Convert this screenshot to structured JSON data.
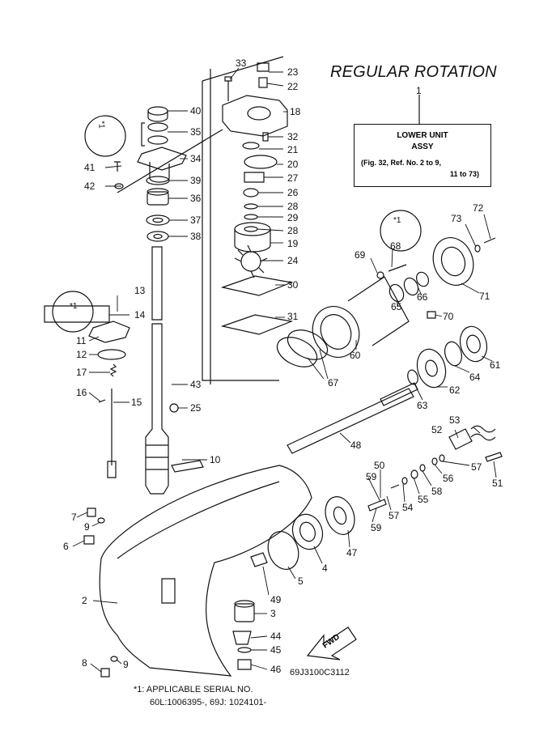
{
  "title": "REGULAR ROTATION",
  "assembly_box": {
    "ref": "1",
    "line1": "LOWER UNIT",
    "line2": "ASSY",
    "line3": "(Fig. 32, Ref. No. 2 to 9,",
    "line4": "11 to 73)"
  },
  "diagram_code": "69J3100C3112",
  "footnote": {
    "line1": "*1: APPLICABLE SERIAL NO.",
    "line2": "60L:1006395-, 69J: 1024101-"
  },
  "fwd_label": "FWD",
  "inset_marks": [
    "*1",
    "*1",
    "*1"
  ],
  "parts": [
    {
      "id": "1",
      "label": "1"
    },
    {
      "id": "2",
      "label": "2"
    },
    {
      "id": "3",
      "label": "3"
    },
    {
      "id": "4",
      "label": "4"
    },
    {
      "id": "5",
      "label": "5"
    },
    {
      "id": "6",
      "label": "6"
    },
    {
      "id": "7",
      "label": "7"
    },
    {
      "id": "8",
      "label": "8"
    },
    {
      "id": "9a",
      "label": "9"
    },
    {
      "id": "9b",
      "label": "9"
    },
    {
      "id": "10",
      "label": "10"
    },
    {
      "id": "11",
      "label": "11"
    },
    {
      "id": "12",
      "label": "12"
    },
    {
      "id": "13",
      "label": "13"
    },
    {
      "id": "14",
      "label": "14"
    },
    {
      "id": "15",
      "label": "15"
    },
    {
      "id": "16",
      "label": "16"
    },
    {
      "id": "17",
      "label": "17"
    },
    {
      "id": "18",
      "label": "18"
    },
    {
      "id": "19",
      "label": "19"
    },
    {
      "id": "20",
      "label": "20"
    },
    {
      "id": "21",
      "label": "21"
    },
    {
      "id": "22",
      "label": "22"
    },
    {
      "id": "23",
      "label": "23"
    },
    {
      "id": "24",
      "label": "24"
    },
    {
      "id": "25",
      "label": "25"
    },
    {
      "id": "26",
      "label": "26"
    },
    {
      "id": "27",
      "label": "27"
    },
    {
      "id": "28a",
      "label": "28"
    },
    {
      "id": "28b",
      "label": "28"
    },
    {
      "id": "29",
      "label": "29"
    },
    {
      "id": "30",
      "label": "30"
    },
    {
      "id": "31",
      "label": "31"
    },
    {
      "id": "32",
      "label": "32"
    },
    {
      "id": "33",
      "label": "33"
    },
    {
      "id": "34",
      "label": "34"
    },
    {
      "id": "35",
      "label": "35"
    },
    {
      "id": "36",
      "label": "36"
    },
    {
      "id": "37",
      "label": "37"
    },
    {
      "id": "38",
      "label": "38"
    },
    {
      "id": "39",
      "label": "39"
    },
    {
      "id": "40",
      "label": "40"
    },
    {
      "id": "41",
      "label": "41"
    },
    {
      "id": "42",
      "label": "42"
    },
    {
      "id": "43",
      "label": "43"
    },
    {
      "id": "44",
      "label": "44"
    },
    {
      "id": "45",
      "label": "45"
    },
    {
      "id": "46",
      "label": "46"
    },
    {
      "id": "47",
      "label": "47"
    },
    {
      "id": "48",
      "label": "48"
    },
    {
      "id": "49",
      "label": "49"
    },
    {
      "id": "50",
      "label": "50"
    },
    {
      "id": "51",
      "label": "51"
    },
    {
      "id": "52",
      "label": "52"
    },
    {
      "id": "53",
      "label": "53"
    },
    {
      "id": "54",
      "label": "54"
    },
    {
      "id": "55",
      "label": "55"
    },
    {
      "id": "56",
      "label": "56"
    },
    {
      "id": "57a",
      "label": "57"
    },
    {
      "id": "57b",
      "label": "57"
    },
    {
      "id": "58",
      "label": "58"
    },
    {
      "id": "59a",
      "label": "59"
    },
    {
      "id": "59b",
      "label": "59"
    },
    {
      "id": "60",
      "label": "60"
    },
    {
      "id": "61",
      "label": "61"
    },
    {
      "id": "62",
      "label": "62"
    },
    {
      "id": "63",
      "label": "63"
    },
    {
      "id": "64",
      "label": "64"
    },
    {
      "id": "65",
      "label": "65"
    },
    {
      "id": "66",
      "label": "66"
    },
    {
      "id": "67",
      "label": "67"
    },
    {
      "id": "68",
      "label": "68"
    },
    {
      "id": "69",
      "label": "69"
    },
    {
      "id": "70",
      "label": "70"
    },
    {
      "id": "71",
      "label": "71"
    },
    {
      "id": "72",
      "label": "72"
    },
    {
      "id": "73",
      "label": "73"
    }
  ]
}
